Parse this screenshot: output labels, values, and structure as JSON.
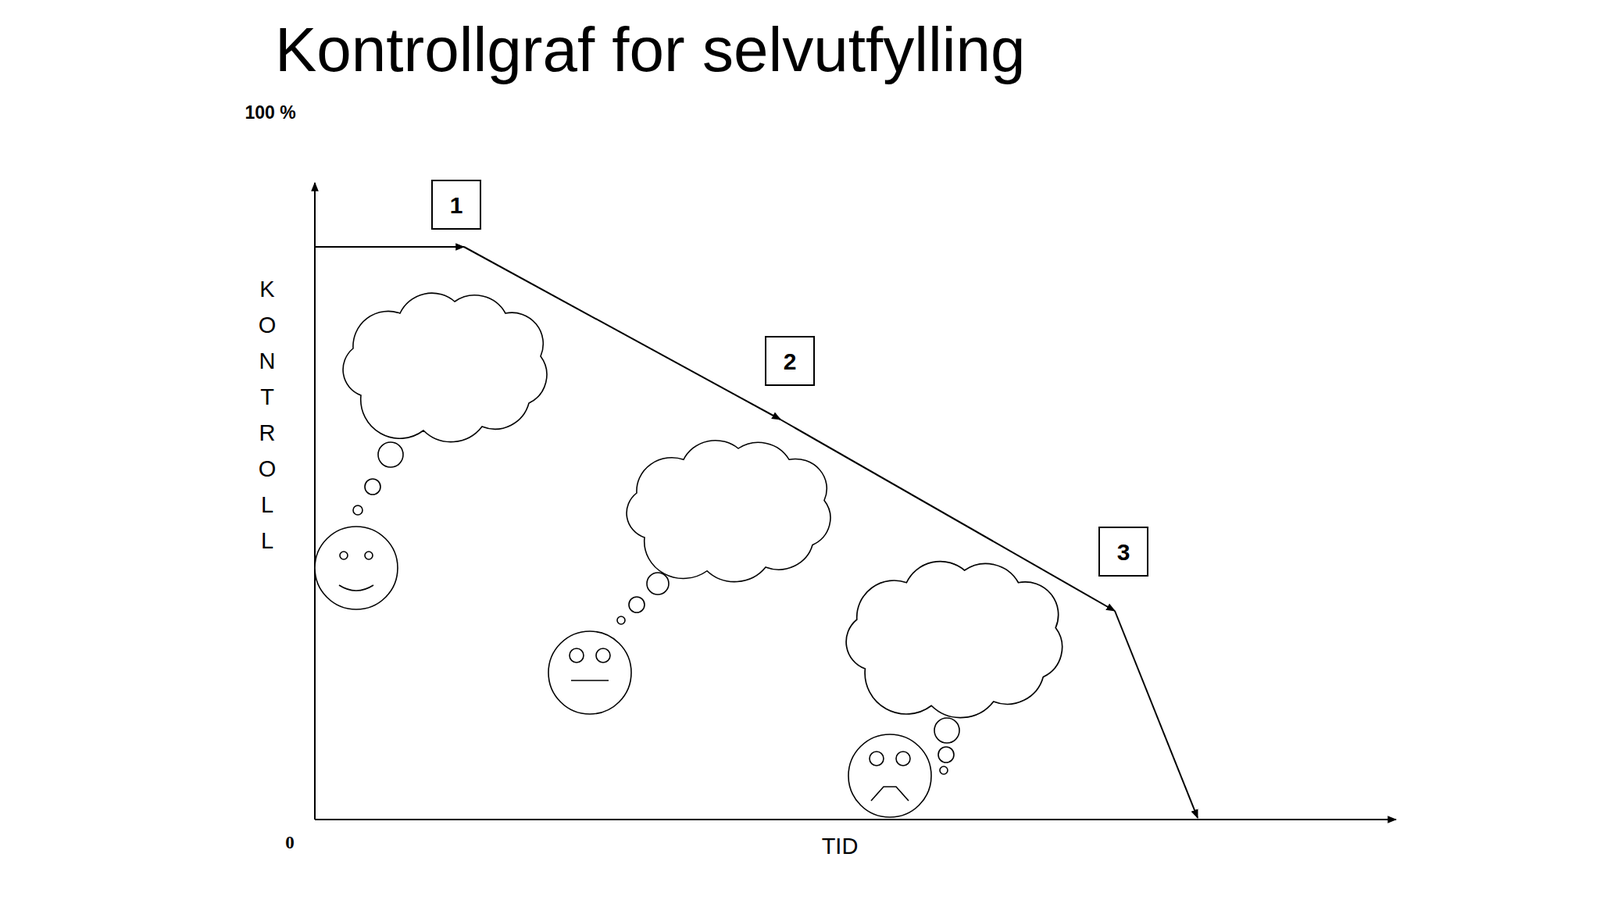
{
  "diagram": {
    "title": "Kontrollgraf for selvutfylling",
    "nodes": [
      {
        "text": [
          "1"
        ]
      },
      {
        "text": [
          "2"
        ]
      },
      {
        "text": [
          "3"
        ]
      }
    ],
    "labels": [
      "100 %",
      "KONTROLL",
      "0",
      "TID"
    ]
  }
}
